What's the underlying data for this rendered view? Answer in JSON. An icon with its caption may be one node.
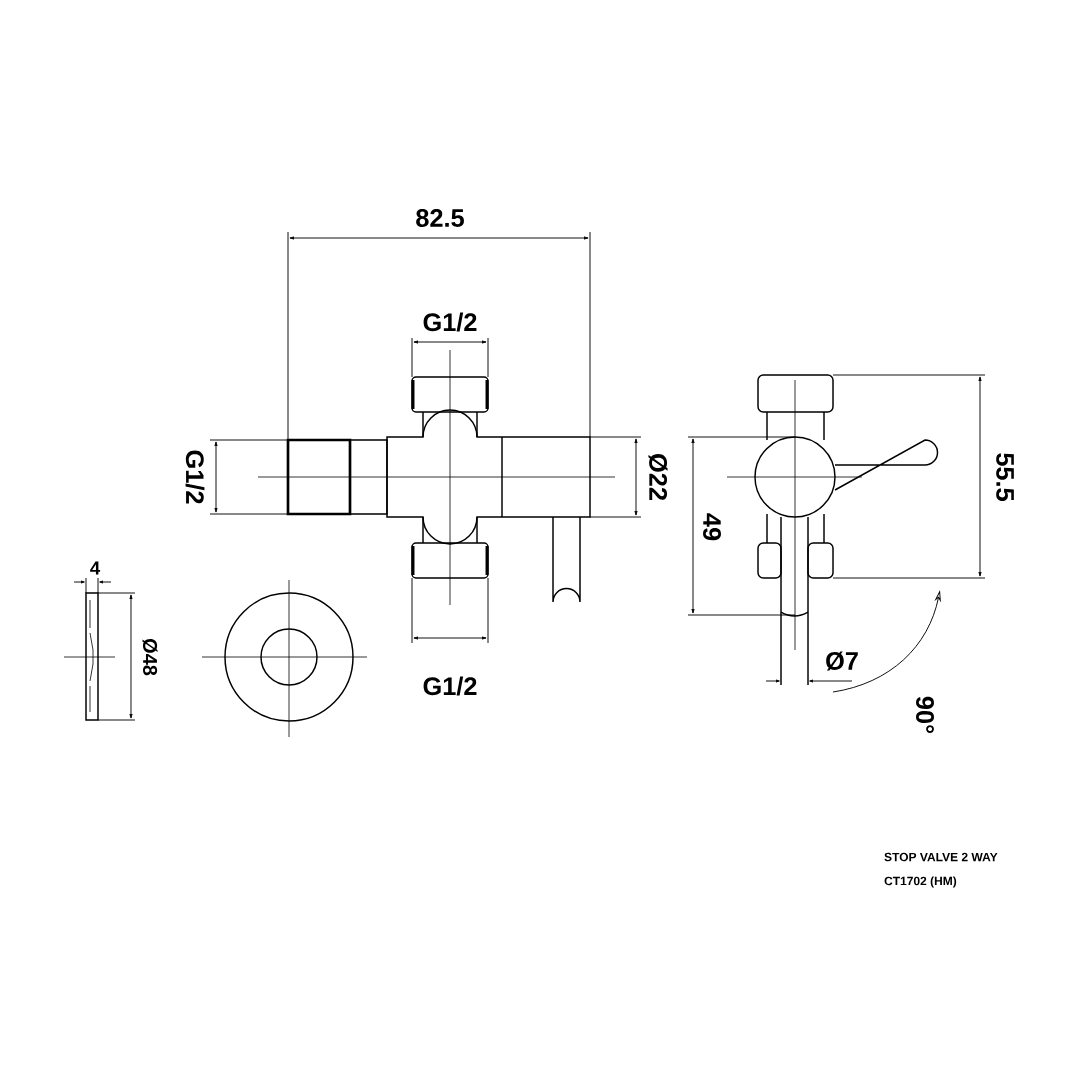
{
  "diagram": {
    "labels": [
      "82.5",
      "G1/2",
      "G1/2",
      "Ø22",
      "55.5",
      "49",
      "4",
      "Ø48",
      "Ø7",
      "G1/2",
      "90°",
      "STOP VALVE 2 WAY",
      "CT1702 (HM)"
    ]
  }
}
